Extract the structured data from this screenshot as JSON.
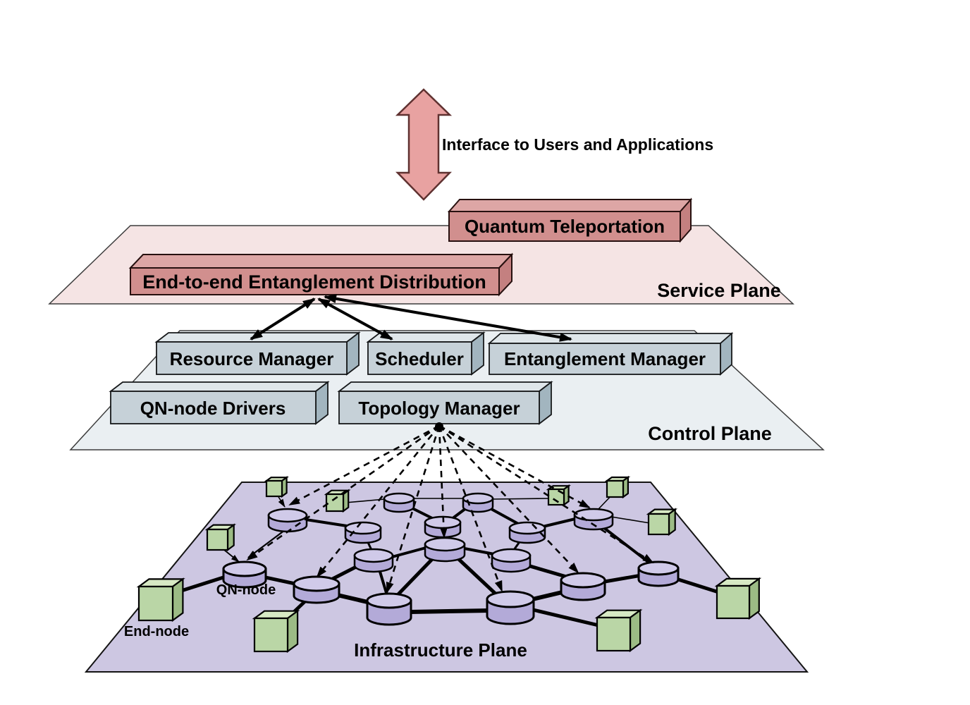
{
  "interface_arrow": {
    "label": "Interface to Users and Applications"
  },
  "service_plane": {
    "label": "Service Plane",
    "boxes": {
      "quantum_teleportation": "Quantum Teleportation",
      "e2e_entanglement_distribution": "End-to-end Entanglement Distribution"
    }
  },
  "control_plane": {
    "label": "Control Plane",
    "boxes": {
      "resource_manager": "Resource Manager",
      "scheduler": "Scheduler",
      "entanglement_manager": "Entanglement Manager",
      "qn_node_drivers": "QN-node Drivers",
      "topology_manager": "Topology Manager"
    }
  },
  "infrastructure_plane": {
    "label": "Infrastructure Plane",
    "qn_node_label": "QN-node",
    "end_node_label": "End-node"
  },
  "colors": {
    "service_plane_fill": "#f5e4e4",
    "plane_stroke": "#3c3c3c",
    "pink_box_front": "#d18f8e",
    "pink_box_top": "#dda6a5",
    "pink_box_side": "#c48080",
    "pink_box_stroke": "#27100f",
    "arrow_fill": "#e8a2a1",
    "arrow_stroke": "#5f3130",
    "control_plane_fill": "#eaeff2",
    "control_box_front": "#c6d1d8",
    "control_box_top": "#dfe6ea",
    "control_box_side": "#a2b5bf",
    "control_box_stroke": "#16181a",
    "infra_plane_fill": "#cdc7e2",
    "infra_plane_stroke": "#141414",
    "cylinder_body": "#b3aad8",
    "cylinder_top": "#d0cae9",
    "cube_front": "#bad6a6",
    "cube_top": "#d7e9c4",
    "cube_side": "#9cbb85",
    "edge_color": "#000000",
    "text_color": "#000000"
  }
}
